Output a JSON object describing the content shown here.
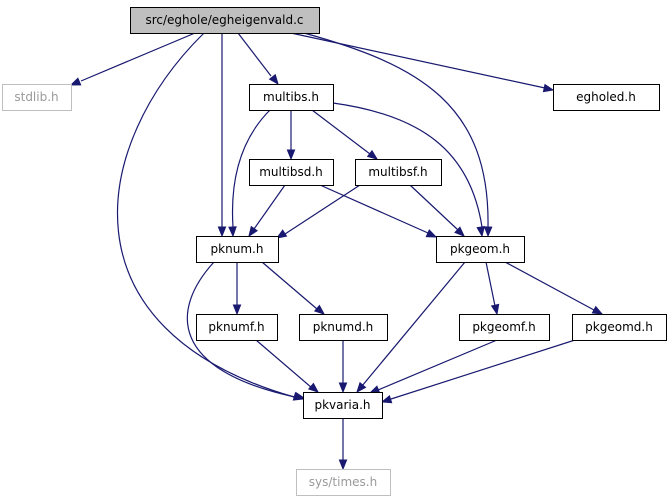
{
  "graph": {
    "nodes": [
      {
        "id": "root",
        "label": "src/eghole/egheigenvald.c",
        "style": "root"
      },
      {
        "id": "stdlib",
        "label": "stdlib.h",
        "style": "ext"
      },
      {
        "id": "multibs",
        "label": "multibs.h",
        "style": "normal"
      },
      {
        "id": "egholed",
        "label": "egholed.h",
        "style": "normal"
      },
      {
        "id": "multibsd",
        "label": "multibsd.h",
        "style": "normal"
      },
      {
        "id": "multibsf",
        "label": "multibsf.h",
        "style": "normal"
      },
      {
        "id": "pknum",
        "label": "pknum.h",
        "style": "normal"
      },
      {
        "id": "pkgeom",
        "label": "pkgeom.h",
        "style": "normal"
      },
      {
        "id": "pknumf",
        "label": "pknumf.h",
        "style": "normal"
      },
      {
        "id": "pknumd",
        "label": "pknumd.h",
        "style": "normal"
      },
      {
        "id": "pkgeomf",
        "label": "pkgeomf.h",
        "style": "normal"
      },
      {
        "id": "pkgeomd",
        "label": "pkgeomd.h",
        "style": "normal"
      },
      {
        "id": "pkvaria",
        "label": "pkvaria.h",
        "style": "normal"
      },
      {
        "id": "systimes",
        "label": "sys/times.h",
        "style": "ext"
      }
    ],
    "edges": [
      {
        "from": "root",
        "to": "stdlib"
      },
      {
        "from": "root",
        "to": "multibs"
      },
      {
        "from": "root",
        "to": "egholed"
      },
      {
        "from": "root",
        "to": "pknum"
      },
      {
        "from": "root",
        "to": "pkgeom"
      },
      {
        "from": "root",
        "to": "pkvaria"
      },
      {
        "from": "multibs",
        "to": "multibsd"
      },
      {
        "from": "multibs",
        "to": "multibsf"
      },
      {
        "from": "multibs",
        "to": "pknum"
      },
      {
        "from": "multibs",
        "to": "pkgeom"
      },
      {
        "from": "multibsd",
        "to": "pknum"
      },
      {
        "from": "multibsd",
        "to": "pkgeom"
      },
      {
        "from": "multibsf",
        "to": "pknum"
      },
      {
        "from": "multibsf",
        "to": "pkgeom"
      },
      {
        "from": "pknum",
        "to": "pknumf"
      },
      {
        "from": "pknum",
        "to": "pknumd"
      },
      {
        "from": "pknum",
        "to": "pkvaria"
      },
      {
        "from": "pkgeom",
        "to": "pkgeomf"
      },
      {
        "from": "pkgeom",
        "to": "pkgeomd"
      },
      {
        "from": "pkgeom",
        "to": "pkvaria"
      },
      {
        "from": "pknumf",
        "to": "pkvaria"
      },
      {
        "from": "pknumd",
        "to": "pkvaria"
      },
      {
        "from": "pkgeomf",
        "to": "pkvaria"
      },
      {
        "from": "pkgeomd",
        "to": "pkvaria"
      },
      {
        "from": "pkvaria",
        "to": "systimes"
      }
    ],
    "colors": {
      "edge": "#191970",
      "root_fill": "#bfbfbf",
      "external_border": "#bfbfbf",
      "external_text": "#9a9a9a"
    }
  }
}
